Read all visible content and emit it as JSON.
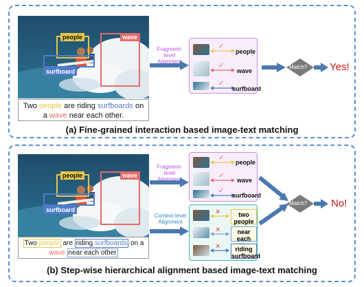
{
  "panel_a": {
    "labels": {
      "people": "people",
      "wave": "wave",
      "surfboard": "surfboard"
    },
    "sentence": {
      "w1": "Two",
      "w2": "people",
      "w3": "are riding",
      "w4": "surfboards",
      "w5": "on a",
      "w6": "wave",
      "w7": "near each other."
    },
    "align_label": "Fragment-level Alignment",
    "rows": [
      "people",
      "wave",
      "surfboard"
    ],
    "match": "Match?",
    "result": "Yes!",
    "caption": "(a) Fine-grained interaction based image-text matching"
  },
  "panel_b": {
    "labels": {
      "people": "people",
      "wave": "wave",
      "surfboard": "surfboard"
    },
    "sentence": {
      "w1": "Two",
      "w2": "people",
      "w3": "are",
      "w4": "riding",
      "w5": "surfboards",
      "w6": "on a",
      "w7": "wave",
      "w8": "near each other"
    },
    "frag_label": "Fragment-level Alignment",
    "ctx_label": "Context-level Alignment",
    "frag_rows": [
      "people",
      "wave",
      "surfboard"
    ],
    "ctx_rows": [
      "two people",
      "near each other",
      "riding surfboard"
    ],
    "match": "Match?",
    "result": "No!",
    "caption": "(b) Step-wise hierarchical alignment based image-text matching"
  },
  "colors": {
    "panel_border": "#5b8fd6",
    "people": "#e7c64a",
    "wave": "#e66b6b",
    "surfboard": "#4f7bc8",
    "frag_box": "#c98be0",
    "ctx_box": "#3fb8a6",
    "arrow": "#4a79b0",
    "result": "#c91818"
  },
  "icons": {
    "check": "✓",
    "cross": "×"
  }
}
